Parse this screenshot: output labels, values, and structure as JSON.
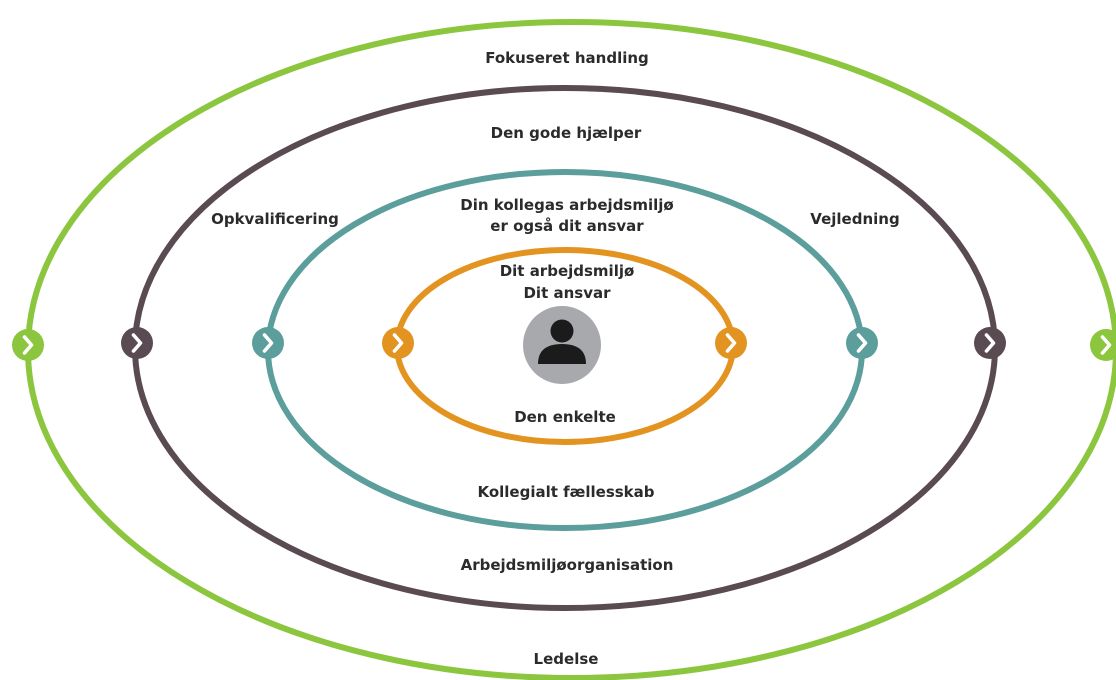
{
  "colors": {
    "outer": "#8cc63f",
    "second": "#5a4a52",
    "third": "#5b9e9c",
    "inner": "#e39320",
    "avatar_bg": "#a7a9ac",
    "avatar_figure": "#1b1b1b",
    "text": "#2b2b2b"
  },
  "rings": {
    "outer": {
      "top_label": "Fokuseret handling",
      "bottom_label": "Ledelse"
    },
    "second": {
      "top_label": "Den gode hjælper",
      "bottom_label": "Arbejdsmiljøorganisation",
      "left_label": "Opkvalificering",
      "right_label": "Vejledning"
    },
    "third": {
      "top_label_line1": "Din kollegas arbejdsmiljø",
      "top_label_line2": "er også dit ansvar",
      "bottom_label": "Kollegialt fællesskab"
    },
    "inner": {
      "top_label_line1": "Dit arbejdsmiljø",
      "top_label_line2": "Dit ansvar",
      "bottom_label": "Den enkelte"
    }
  },
  "center_icon": "person-icon",
  "marker_icon": "chevron-right-icon"
}
